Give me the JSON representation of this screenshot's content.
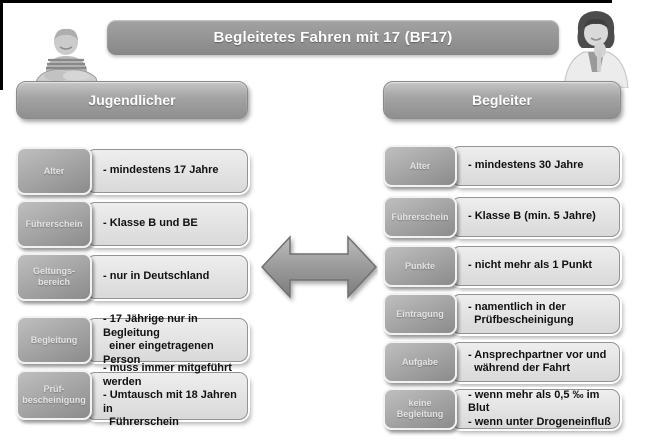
{
  "title": "Begleitetes Fahren mit 17 (BF17)",
  "colors": {
    "title_bar": "#8f8f8f",
    "tab_gradient_top": "#bfbfbf",
    "tab_gradient_bottom": "#8b8b8b",
    "description_box_bg": "#e2e2e2",
    "arrow_fill": "#9c9c9c",
    "text_light": "#e3e3e3",
    "text_dark": "#111111"
  },
  "icons": {
    "young_driver_photo": "young-man-arms-crossed-grayscale-photo",
    "companion_photo": "woman-hand-on-chin-grayscale-photo",
    "center_arrow": "double-headed-horizontal-arrow"
  },
  "left_column": {
    "header": "Jugendlicher",
    "items": [
      {
        "label": "Alter",
        "lines": [
          "- mindestens 17 Jahre"
        ]
      },
      {
        "label": "Führerschein",
        "lines": [
          "- Klasse B und BE"
        ]
      },
      {
        "label": [
          "Geltungs-",
          "bereich"
        ],
        "lines": [
          "- nur in Deutschland"
        ]
      },
      {
        "label": "Begleitung",
        "lines": [
          "- 17 Jährige nur in Begleitung",
          "  einer eingetragenen Person"
        ]
      },
      {
        "label": [
          "Prüf-",
          "bescheinigung"
        ],
        "lines": [
          "- muss immer mitgeführt werden",
          "- Umtausch mit 18 Jahren in",
          "  Führerschein"
        ]
      }
    ]
  },
  "right_column": {
    "header": "Begleiter",
    "items": [
      {
        "label": "Alter",
        "lines": [
          "- mindestens 30 Jahre"
        ]
      },
      {
        "label": "Führerschein",
        "lines": [
          "- Klasse B (min. 5 Jahre)"
        ]
      },
      {
        "label": "Punkte",
        "lines": [
          "- nicht mehr als 1 Punkt"
        ]
      },
      {
        "label": "Eintragung",
        "lines": [
          "- namentlich in der",
          "  Prüfbescheinigung"
        ]
      },
      {
        "label": "Aufgabe",
        "lines": [
          "- Ansprechpartner vor und",
          "  während der Fahrt"
        ]
      },
      {
        "label": [
          "keine",
          "Begleitung"
        ],
        "lines": [
          "- wenn mehr als 0,5 ‰ im Blut",
          "- wenn unter Drogeneinfluß"
        ]
      }
    ]
  }
}
